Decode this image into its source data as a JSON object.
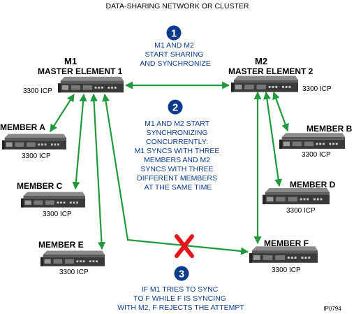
{
  "title": "DATA-SHARING NETWORK OR CLUSTER",
  "figure_id": "IP0794",
  "colors": {
    "step_blue": "#0a3a8c",
    "arrow_green": "#1f9a3a",
    "reject_red": "#e4161b",
    "device_dark": "#3a3a3a"
  },
  "nodes": {
    "m1": {
      "id_label": "M1",
      "name": "MASTER ELEMENT 1",
      "model": "3300 ICP"
    },
    "m2": {
      "id_label": "M2",
      "name": "MASTER ELEMENT 2",
      "model": "3300 ICP"
    },
    "a": {
      "name": "MEMBER A",
      "model": "3300 ICP"
    },
    "b": {
      "name": "MEMBER B",
      "model": "3300 ICP"
    },
    "c": {
      "name": "MEMBER C",
      "model": "3300 ICP"
    },
    "d": {
      "name": "MEMBER D",
      "model": "3300 ICP"
    },
    "e": {
      "name": "MEMBER E",
      "model": "3300 ICP"
    },
    "f": {
      "name": "MEMBER F",
      "model": "3300 ICP"
    }
  },
  "steps": [
    {
      "number": "1",
      "lines": [
        "M1 AND M2",
        "START SHARING",
        "AND SYNCHRONIZE"
      ]
    },
    {
      "number": "2",
      "lines": [
        "M1 AND M2 START",
        "SYNCHRONIZING",
        "CONCURRENTLY:",
        "M1 SYNCS WITH THREE",
        "MEMBERS AND M2",
        "SYNCS WITH THREE",
        "DIFFERENT MEMBERS",
        "AT THE SAME TIME"
      ]
    },
    {
      "number": "3",
      "lines": [
        "IF M1 TRIES TO SYNC",
        "TO F WHILE F IS SYNCING",
        "WITH M2, F REJECTS THE ATTEMPT"
      ]
    }
  ],
  "reject_icon": "x-mark-icon"
}
